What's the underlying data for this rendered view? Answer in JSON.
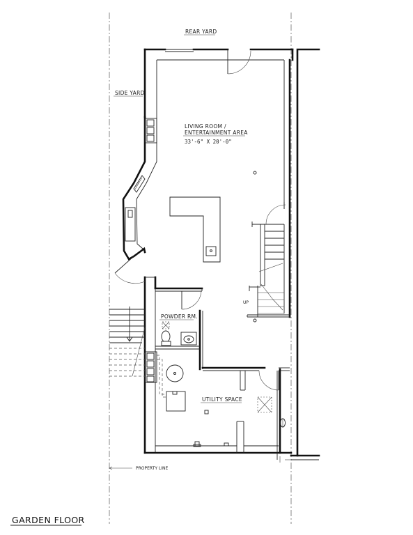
{
  "labels": {
    "rear_yard": "REAR YARD",
    "side_yard": "SIDE YARD",
    "living_room_line1": "LIVING ROOM /",
    "living_room_line2": "ENTERTAINMENT AREA",
    "living_room_dims": "33'-6\" X 20'-0\"",
    "powder_room": "POWDER RM.",
    "utility_space": "UTILITY SPACE",
    "stair_up": "UP",
    "property_line": "PROPERTY LINE",
    "drawing_title": "GARDEN FLOOR"
  },
  "colors": {
    "ink": "#111111",
    "paper": "#ffffff"
  }
}
